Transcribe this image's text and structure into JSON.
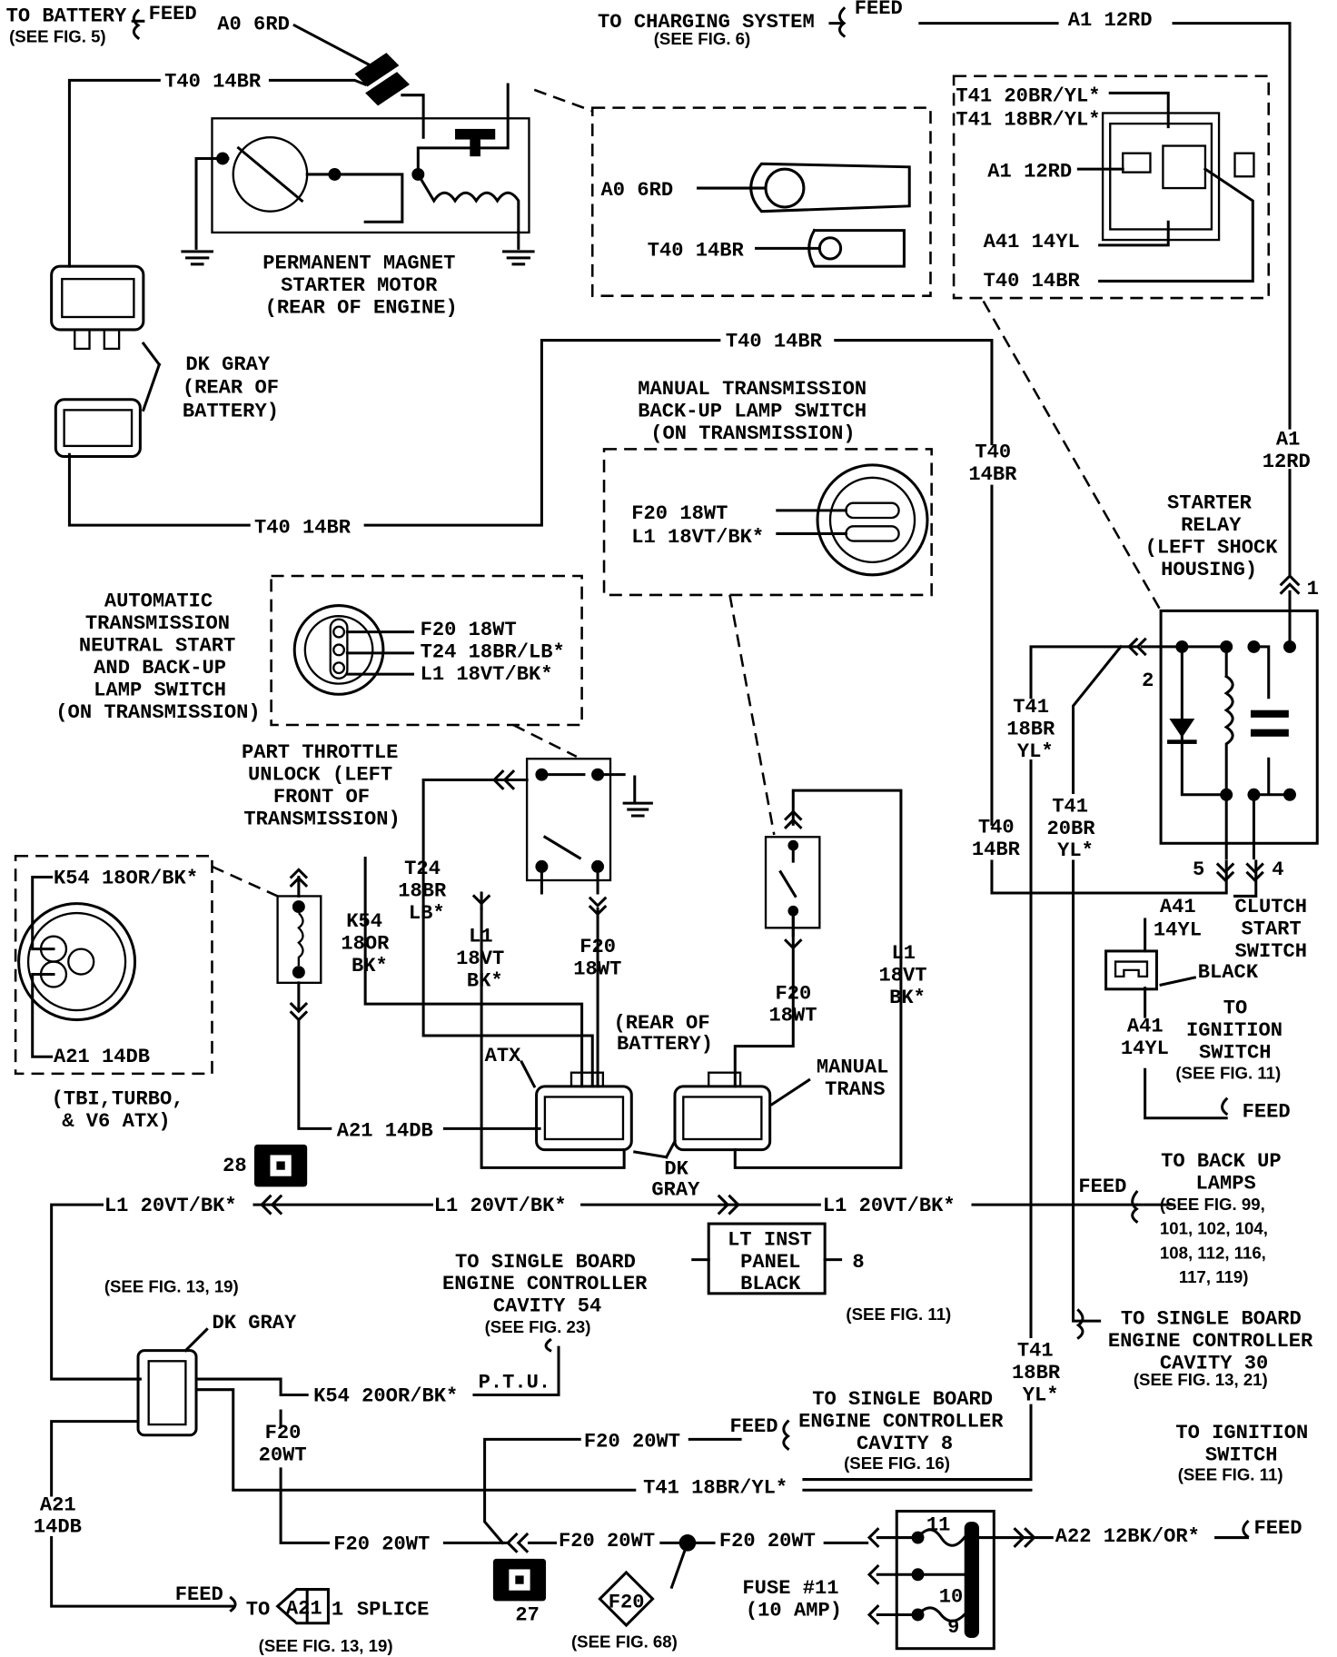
{
  "labels": {
    "to_battery": "TO BATTERY",
    "see_fig5": "(SEE FIG. 5)",
    "feed_bat": "FEED",
    "a0_6rd_top": "A0 6RD",
    "to_charging": "TO CHARGING SYSTEM",
    "see_fig6": "(SEE FIG. 6)",
    "feed_chg": "FEED",
    "a1_12rd_top": "A1 12RD",
    "t40_top": "T40 14BR",
    "pm1": "PERMANENT MAGNET",
    "pm2": "STARTER MOTOR",
    "pm3": "(REAR OF ENGINE)",
    "term_a0": "A0 6RD",
    "term_t40": "T40 14BR",
    "rc_t41a": "T41 20BR/YL*",
    "rc_t41b": "T41 18BR/YL*",
    "rc_a1": "A1 12RD",
    "rc_a41": "A41 14YL",
    "rc_t40": "T40 14BR",
    "dkg1": "DK GRAY",
    "dkg2": "(REAR OF",
    "dkg3": "BATTERY)",
    "t40_mid": "T40 14BR",
    "t40_low": "T40 14BR",
    "mt1": "MANUAL TRANSMISSION",
    "mt2": "BACK-UP LAMP SWITCH",
    "mt3": "(ON TRANSMISSION)",
    "mt_f20": "F20 18WT",
    "mt_l1": "L1 18VT/BK*",
    "t40v1": "T40",
    "t40v2": "14BR",
    "a1v1": "A1",
    "a1v2": "12RD",
    "sr1": "STARTER",
    "sr2": "RELAY",
    "sr3": "(LEFT SHOCK",
    "sr4": "HOUSING)",
    "pin1": "1",
    "pin2": "2",
    "pin5": "5",
    "pin4": "4",
    "at1": "AUTOMATIC",
    "at2": "TRANSMISSION",
    "at3": "NEUTRAL START",
    "at4": "AND BACK-UP",
    "at5": "LAMP SWITCH",
    "at6": "(ON TRANSMISSION)",
    "at_f20": "F20 18WT",
    "at_t24": "T24 18BR/LB*",
    "at_l1": "L1 18VT/BK*",
    "pt1": "PART THROTTLE",
    "pt2": "UNLOCK (LEFT",
    "pt3": "FRONT OF",
    "pt4": "TRANSMISSION)",
    "t41a1": "T41",
    "t41a2": "18BR",
    "t41a3": "YL*",
    "t41b1": "T41",
    "t41b2": "20BR",
    "t41b3": "YL*",
    "t40b1": "T40",
    "t40b2": "14BR",
    "k54_box": "K54 18OR/BK*",
    "a21_box": "A21 14DB",
    "tbi1": "(TBI,TURBO,",
    "tbi2": "& V6 ATX)",
    "t24_1": "T24",
    "t24_2": "18BR",
    "t24_3": "LB*",
    "k54_1": "K54",
    "k54_2": "18OR",
    "k54_3": "BK*",
    "l1a1": "L1",
    "l1a2": "18VT",
    "l1a3": "BK*",
    "f20a1": "F20",
    "f20a2": "18WT",
    "f20b1": "F20",
    "f20b2": "18WT",
    "l1b1": "L1",
    "l1b2": "18VT",
    "l1b3": "BK*",
    "rob1": "(REAR OF",
    "rob2": "BATTERY)",
    "a41a1": "A41",
    "a41a2": "14YL",
    "cs1": "CLUTCH",
    "cs2": "START",
    "cs3": "SWITCH",
    "black": "BLACK",
    "ti1": "TO",
    "ti2": "IGNITION",
    "ti3": "SWITCH",
    "ti4": "(SEE FIG. 11)",
    "a41b1": "A41",
    "a41b2": "14YL",
    "feed_ign": "FEED",
    "atx": "ATX",
    "mtr1": "MANUAL",
    "mtr2": "TRANS",
    "a21_mid": "A21 14DB",
    "g28": "28",
    "dkg_b1": "DK",
    "dkg_b2": "GRAY",
    "bu1": "TO BACK UP",
    "bu2": "LAMPS",
    "bu3": "(SEE FIG. 99,",
    "bu4": "101, 102, 104,",
    "bu5": "108, 112, 116,",
    "bu6": "117, 119)",
    "feed_bu": "FEED",
    "l1_20a": "L1 20VT/BK*",
    "l1_20b": "L1 20VT/BK*",
    "l1_20c": "L1 20VT/BK*",
    "lt1": "LT INST",
    "lt2": "PANEL",
    "lt3": "BLACK",
    "lt_pin": "8",
    "sb54_1": "TO SINGLE BOARD",
    "sb54_2": "ENGINE CONTROLLER",
    "sb54_3": "CAVITY 54",
    "sb54_4": "(SEE FIG. 23)",
    "see1319a": "(SEE FIG. 13, 19)",
    "see11b": "(SEE FIG. 11)",
    "dkg_c": "DK GRAY",
    "sb30_1": "TO SINGLE BOARD",
    "sb30_2": "ENGINE CONTROLLER",
    "sb30_3": "CAVITY 30",
    "sb30_4": "(SEE FIG. 13, 21)",
    "t41c1": "T41",
    "t41c2": "18BR",
    "t41c3": "YL*",
    "ptu": "P.T.U.",
    "k54_20": "K54 20OR/BK*",
    "f20c1": "F20",
    "f20c2": "20WT",
    "sb8_1": "TO SINGLE BOARD",
    "sb8_2": "ENGINE CONTROLLER",
    "sb8_3": "CAVITY 8",
    "sb8_4": "(SEE FIG. 16)",
    "feed_sb8": "FEED",
    "f20_20a": "F20 20WT",
    "tig1": "TO IGNITION",
    "tig2": "SWITCH",
    "tig3": "(SEE FIG. 11)",
    "t41_bot": "T41 18BR/YL*",
    "a21v1": "A21",
    "a21v2": "14DB",
    "f20_20b": "F20 20WT",
    "f20_20c": "F20 20WT",
    "f20_20d": "F20 20WT",
    "a22": "A22 12BK/OR*",
    "feed_a22": "FEED",
    "fp11": "11",
    "fp10": "10",
    "fp9": "9",
    "fuse1": "FUSE #11",
    "fuse2": "(10 AMP)",
    "feed_spl": "FEED",
    "to_spl": "TO",
    "spl_a21": "A21",
    "spl_1": "1",
    "splice": "SPLICE",
    "see1319b": "(SEE FIG. 13, 19)",
    "g27": "27",
    "f20_diam": "F20",
    "see68": "(SEE FIG. 68)"
  },
  "icons": {
    "ground": "ground-symbol",
    "ground_terminal": "ground-terminal-box",
    "connector": "connector",
    "splice": "splice-dot",
    "diode": "diode",
    "capacitor": "capacitor",
    "coil": "relay-coil"
  },
  "colors": {
    "ink": "#000000",
    "background": "#ffffff"
  }
}
